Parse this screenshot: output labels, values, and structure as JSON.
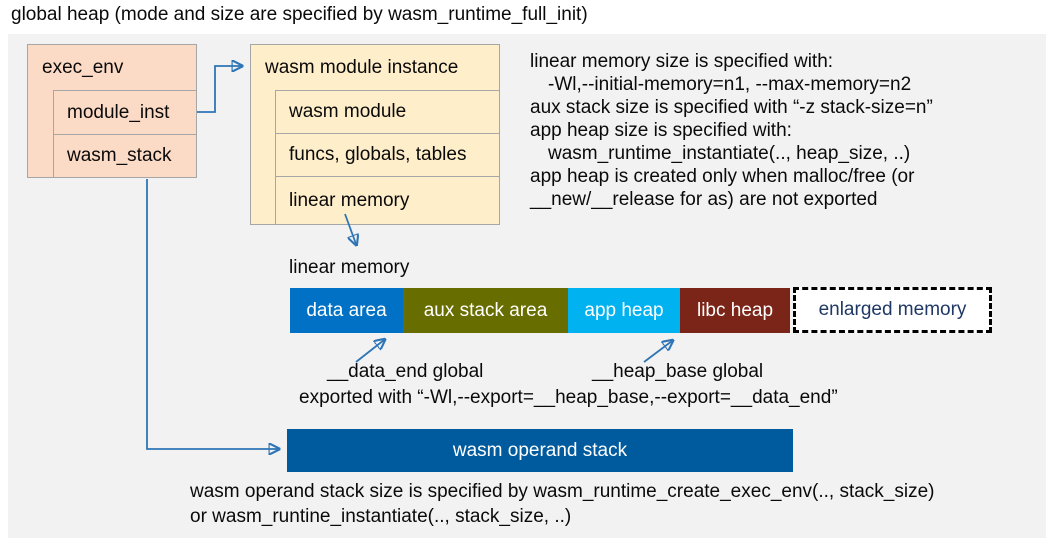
{
  "title": "global heap (mode and size are specified by wasm_runtime_full_init)",
  "exec_env": {
    "header": "exec_env",
    "fields": [
      "module_inst",
      "wasm_stack"
    ]
  },
  "module_instance": {
    "header": "wasm module instance",
    "fields": [
      "wasm module",
      "funcs, globals, tables",
      "linear memory"
    ]
  },
  "notes_right": {
    "lines": [
      "linear memory size is specified with:",
      "-Wl,--initial-memory=n1, --max-memory=n2",
      "aux stack size is specified with “-z stack-size=n”",
      "app heap size is specified with:",
      "wasm_runtime_instantiate(.., heap_size, ..)",
      "app heap is created only when malloc/free (or",
      "__new/__release for as) are not exported"
    ]
  },
  "linear_memory": {
    "label": "linear memory",
    "segments": [
      {
        "label": "data area",
        "color": "#0071c5"
      },
      {
        "label": "aux stack area",
        "color": "#686d00"
      },
      {
        "label": "app heap",
        "color": "#00b2f0"
      },
      {
        "label": "libc heap",
        "color": "#7b2518"
      },
      {
        "label": "enlarged memory",
        "color": "#ffffff",
        "text_color": "#1f3864",
        "border": "dashed"
      }
    ]
  },
  "globals": {
    "data_end_label": "__data_end global",
    "heap_base_label": "__heap_base global",
    "exported_note": "exported with “-Wl,--export=__heap_base,--export=__data_end”"
  },
  "operand_stack": {
    "label": "wasm operand stack",
    "note_line1": "wasm operand stack size is specified by wasm_runtime_create_exec_env(.., stack_size)",
    "note_line2": "or wasm_runtine_instantiate(.., stack_size, ..)"
  },
  "colors": {
    "panel_background": "#f2f2f2",
    "exec_env_box": "#fcdbc6",
    "module_instance_box": "#feeeca",
    "box_border": "#a6a6a6",
    "data_area": "#0071c5",
    "aux_stack_area": "#686d00",
    "app_heap": "#00b2f0",
    "libc_heap": "#7b2518",
    "operand_stack": "#005a9e",
    "connector_arrow": "#2e75b6",
    "enlarged_memory_text": "#1f3864"
  }
}
